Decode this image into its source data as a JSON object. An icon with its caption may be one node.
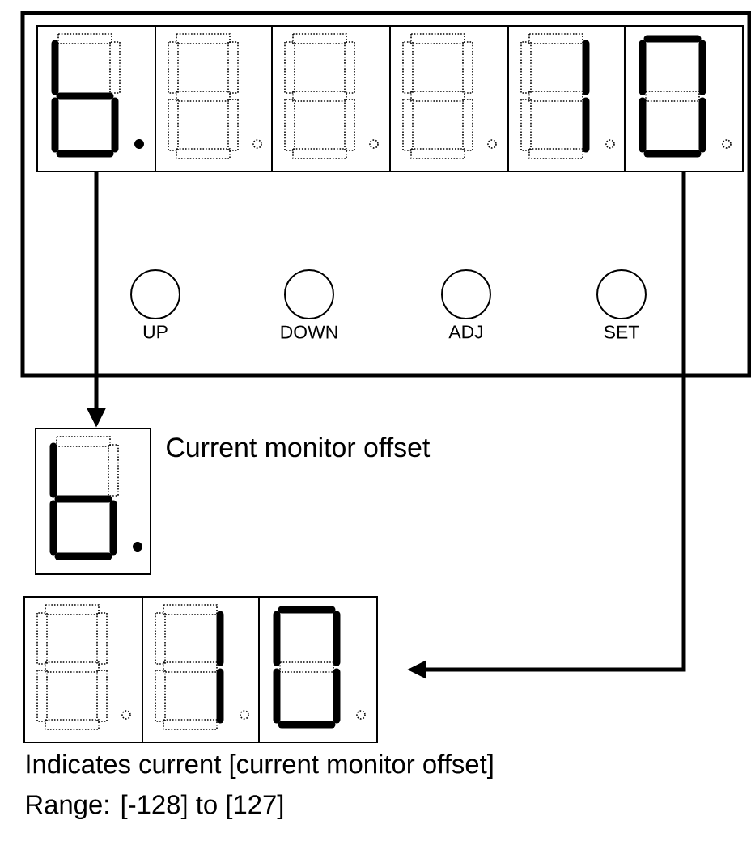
{
  "diagram": {
    "nodes": [
      {
        "text": [],
        "shape": "box"
      },
      {
        "text": [],
        "shape": "box",
        "in": 0
      },
      {
        "text": [],
        "shape": "box",
        "in": 0
      },
      {
        "text": [],
        "shape": "box",
        "in": 0
      },
      {
        "text": [],
        "shape": "box",
        "in": 0
      },
      {
        "text": [],
        "shape": "box",
        "in": 0
      },
      {
        "text": [],
        "shape": "box",
        "in": 0
      },
      {
        "text": [
          "UP"
        ],
        "in": 0
      },
      {
        "text": [
          "DOWN"
        ],
        "in": 0
      },
      {
        "text": [
          "ADJ"
        ],
        "in": 0
      },
      {
        "text": [
          "SET"
        ],
        "in": 0
      },
      {
        "text": [],
        "shape": "box",
        "beside": [
          "Current monitor offset"
        ]
      },
      {
        "text": [],
        "shape": "box"
      },
      {
        "text": [],
        "shape": "box"
      },
      {
        "text": [],
        "shape": "box"
      }
    ],
    "edges": [
      {
        "from": 1,
        "to": 11,
        "arrow": "to"
      },
      {
        "from": 6,
        "to": 14,
        "arrow": "to"
      }
    ],
    "labels": [
      "Indicates current [current monitor offset]",
      "Range: [-128] to [127]"
    ]
  }
}
